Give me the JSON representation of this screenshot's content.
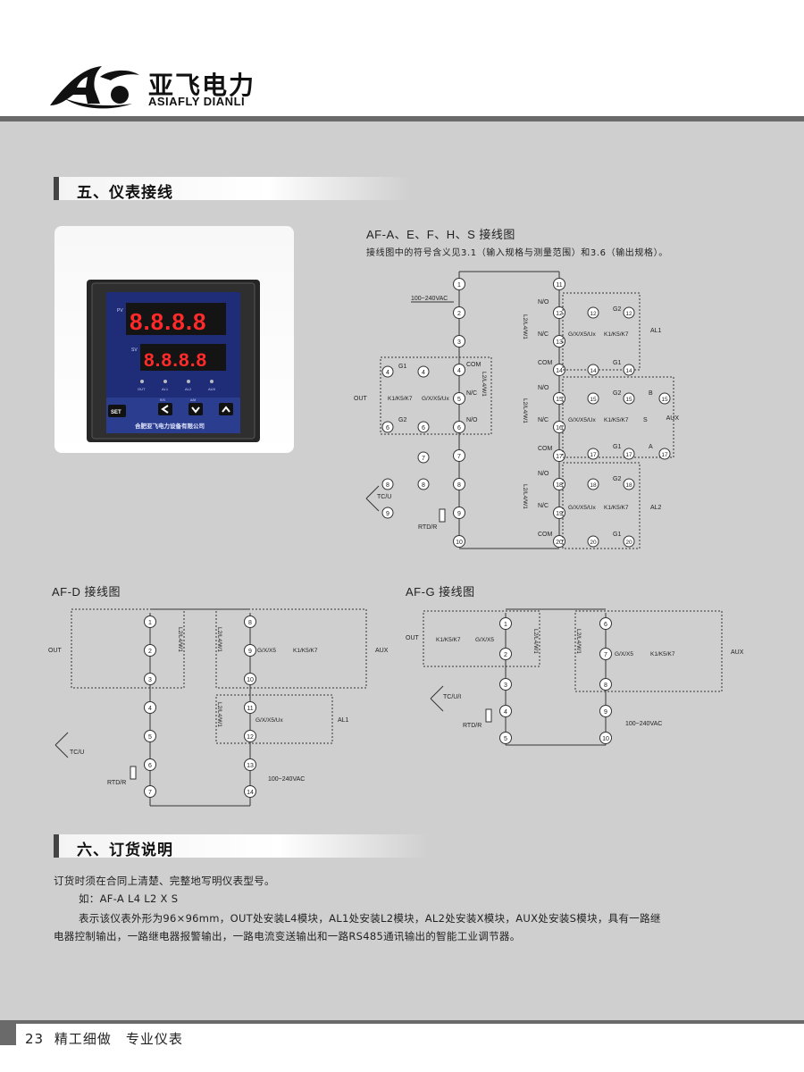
{
  "brand": {
    "name_cn": "亚飞电力",
    "name_en": "ASIAFLY DIANLI"
  },
  "section5": {
    "title": "五、仪表接线",
    "photo": {
      "pv_label": "PV",
      "sv_label": "SV",
      "pv_digits": "8.8.8.8",
      "sv_digits": "8.8.8.8",
      "indicators": [
        "OUT",
        "AL1",
        "AL2",
        "AUX"
      ],
      "key_set": "SET",
      "key_labels": [
        "R/S",
        "A/M"
      ],
      "maker": "合肥亚飞电力设备有限公司"
    },
    "diagram_aes": {
      "title": "AF-A、E、F、H、S 接线图",
      "note": "接线图中的符号含义见3.1（输入规格与测量范围）和3.6（输出规格）。",
      "labels": {
        "power": "100~240VAC",
        "out": "OUT",
        "al1": "AL1",
        "aux": "AUX",
        "al2": "AL2",
        "tcu": "TC/U",
        "rtd": "RTD/R",
        "module": "L2/L4/W1",
        "no": "N/O",
        "nc": "N/C",
        "com": "COM",
        "g1": "G1",
        "g2": "G2",
        "b": "B",
        "a": "A",
        "s": "S",
        "k": "K1/K5/K7",
        "gx": "G/X/X5/Ux"
      }
    },
    "diagram_d": {
      "title": "AF-D 接线图",
      "labels": {
        "out": "OUT",
        "aux": "AUX",
        "al1": "AL1",
        "power": "100~240VAC",
        "tcu": "TC/U",
        "rtd": "RTD/R",
        "module": "L2/L4/W1",
        "gx5": "G/X/X5",
        "gx": "G/X/X5/Ux",
        "k": "K1/K5/K7"
      }
    },
    "diagram_g": {
      "title": "AF-G 接线图",
      "labels": {
        "out": "OUT",
        "aux": "AUX",
        "power": "100~240VAC",
        "tcu": "TC/U/I",
        "rtd": "RTD/R",
        "module": "L2/L4/W1",
        "gx5": "G/X/X5",
        "k": "K1/K5/K7"
      }
    }
  },
  "section6": {
    "title": "六、订货说明",
    "lines": [
      "订货时须在合同上清楚、完整地写明仪表型号。",
      "如：AF-A L4 L2 X S",
      "表示该仪表外形为96×96mm，OUT处安装L4模块，AL1处安装L2模块，AL2处安装X模块，AUX处安装S模块，具有一路继",
      "电器控制输出，一路继电器报警输出，一路电流变送输出和一路RS485通讯输出的智能工业调节器。"
    ]
  },
  "footer": {
    "page_number": "23",
    "slogan": "精工细做　专业仪表"
  },
  "colors": {
    "page_grey": "#cfcfcf",
    "rule_grey": "#6a6a6a",
    "device_blue": "#2b3d8f",
    "led_red": "#ff2a2a"
  }
}
